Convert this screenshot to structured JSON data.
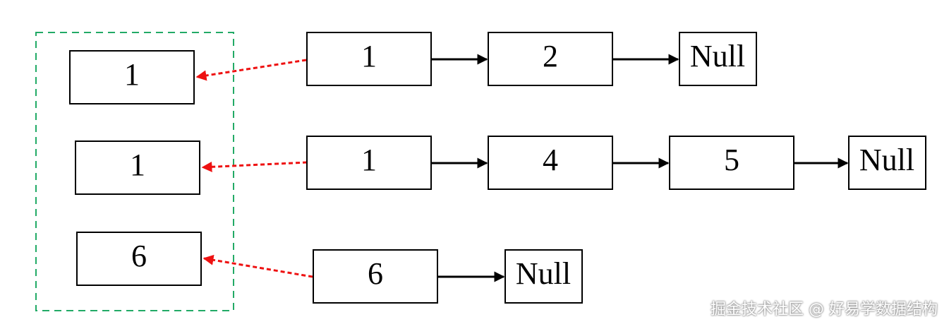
{
  "heap_heads": [
    {
      "value": "1"
    },
    {
      "value": "1"
    },
    {
      "value": "6"
    }
  ],
  "lists": [
    {
      "nodes": [
        "1",
        "2",
        "Null"
      ]
    },
    {
      "nodes": [
        "1",
        "4",
        "5",
        "Null"
      ]
    },
    {
      "nodes": [
        "6",
        "Null"
      ]
    }
  ],
  "colors": {
    "pointer": "#ee1111",
    "group_border": "#22aa66",
    "link": "#000000"
  },
  "watermark": "掘金技术社区 @ 好易学数据结构"
}
